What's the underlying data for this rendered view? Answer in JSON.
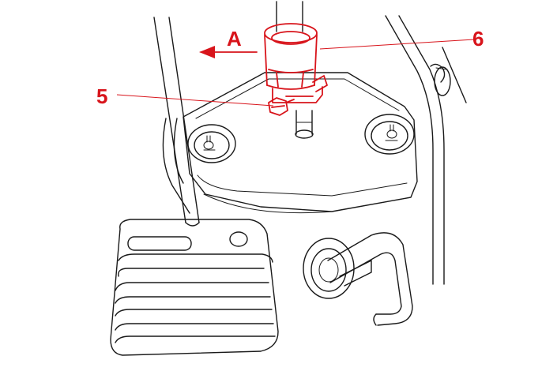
{
  "diagram": {
    "callouts": {
      "direction": "A",
      "part_5": "5",
      "part_6": "6"
    },
    "colors": {
      "highlight": "#d8141b",
      "line": "#1a1a1a",
      "background": "#ffffff"
    }
  }
}
